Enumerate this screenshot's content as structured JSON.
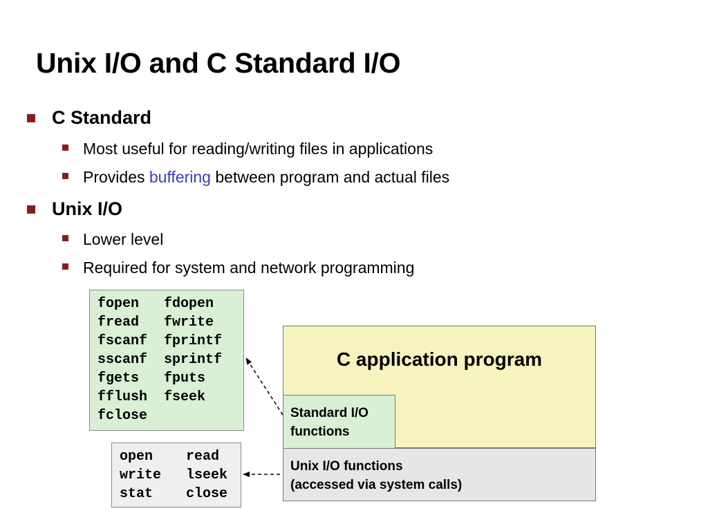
{
  "slide": {
    "title": "Unix I/O and C Standard I/O",
    "bullets": [
      {
        "label": "C Standard",
        "sub": [
          {
            "parts": [
              "Most useful for reading/writing files in applications"
            ]
          },
          {
            "parts": [
              "Provides ",
              "buffering",
              " between program and actual files"
            ]
          }
        ]
      },
      {
        "label": "Unix I/O",
        "sub": [
          {
            "parts": [
              "Lower level"
            ]
          },
          {
            "parts": [
              "Required for system and network programming"
            ]
          }
        ]
      }
    ]
  },
  "colors": {
    "bullet": "#8c1c1c",
    "highlight": "#3b3bc4",
    "std_green": "#d9f0d5",
    "app_yellow": "#f7f3bf",
    "unix_gray": "#e6e6e6"
  },
  "std_functions": [
    [
      "fopen",
      "fdopen"
    ],
    [
      "fread",
      "fwrite"
    ],
    [
      "fscanf",
      "fprintf"
    ],
    [
      "sscanf",
      "sprintf"
    ],
    [
      "fgets",
      "fputs"
    ],
    [
      "fflush",
      "fseek"
    ],
    [
      "fclose",
      ""
    ]
  ],
  "unix_functions": [
    [
      "open",
      "read"
    ],
    [
      "write",
      "lseek"
    ],
    [
      "stat",
      "close"
    ]
  ],
  "diagram": {
    "app_label": "C application program",
    "stdio_label": [
      "Standard I/O",
      "functions"
    ],
    "unixio_label": [
      "Unix I/O functions",
      "(accessed via system calls)"
    ]
  }
}
